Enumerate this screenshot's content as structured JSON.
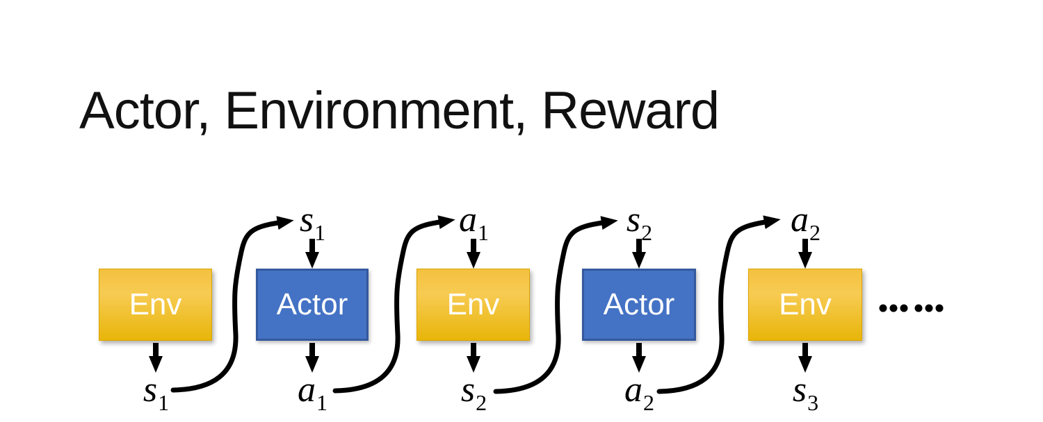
{
  "slide": {
    "title": "Actor, Environment, Reward"
  },
  "nodes": [
    {
      "label": "Env",
      "type": "environment"
    },
    {
      "label": "Actor",
      "type": "actor"
    },
    {
      "label": "Env",
      "type": "environment"
    },
    {
      "label": "Actor",
      "type": "actor"
    },
    {
      "label": "Env",
      "type": "environment"
    }
  ],
  "top_labels": [
    {
      "base": "s",
      "sub": "1"
    },
    {
      "base": "a",
      "sub": "1"
    },
    {
      "base": "s",
      "sub": "2"
    },
    {
      "base": "a",
      "sub": "2"
    }
  ],
  "bottom_labels": [
    {
      "base": "s",
      "sub": "1"
    },
    {
      "base": "a",
      "sub": "1"
    },
    {
      "base": "s",
      "sub": "2"
    },
    {
      "base": "a",
      "sub": "2"
    },
    {
      "base": "s",
      "sub": "3"
    }
  ],
  "ellipsis": "……",
  "colors": {
    "background": "#FFFFFF",
    "title": "#111111",
    "env_top": "#F4C140",
    "env_mid": "#F7CB52",
    "env_bottom": "#E8B509",
    "env_border": "#DCA400",
    "actor_fill": "#4472C4",
    "actor_border": "#34599E",
    "box_text": "#FFFFFF",
    "arrow": "#000000"
  }
}
